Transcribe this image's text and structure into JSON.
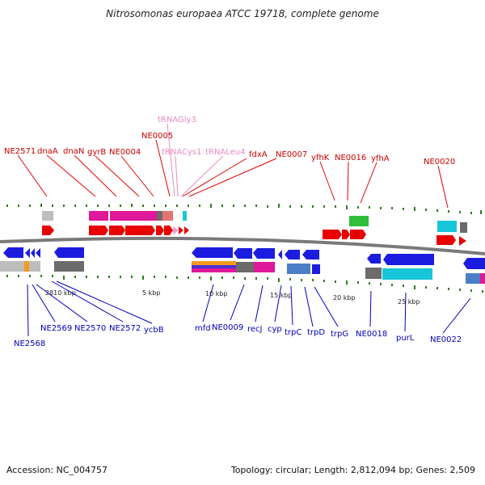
{
  "title": "Nitrosomonas europaea ATCC 19718, complete genome",
  "footer": {
    "accession": "Accession: NC_004757",
    "topology": "Topology: circular; Length: 2,812,094 bp; Genes: 2,509"
  },
  "colors": {
    "top_label": "#cc0000",
    "trna_label": "#e88bc0",
    "bottom_label": "#0000bb",
    "backbone": "#7a7a7a",
    "ticks": "#2e7d1b"
  },
  "scale_labels": [
    "2810 kbp",
    "5 kbp",
    "10 kbp",
    "15 kbp",
    "20 kbp",
    "25 kbp"
  ],
  "top_labels": [
    "NE2571",
    "dnaA",
    "dnaN",
    "gyrB",
    "NE0004",
    "NE0005",
    "tRNAGly3",
    "tRNACys1",
    "tRNALeu4",
    "fdxA",
    "NE0007",
    "yfhK",
    "NE0016",
    "yfhA",
    "NE0020"
  ],
  "bottom_labels": [
    "NE2568",
    "NE2569",
    "NE2570",
    "NE2572",
    "ycbB",
    "mfd",
    "NE0009",
    "recJ",
    "cyp",
    "trpC",
    "trpD",
    "trpG",
    "NE0018",
    "purL",
    "NE0022"
  ]
}
